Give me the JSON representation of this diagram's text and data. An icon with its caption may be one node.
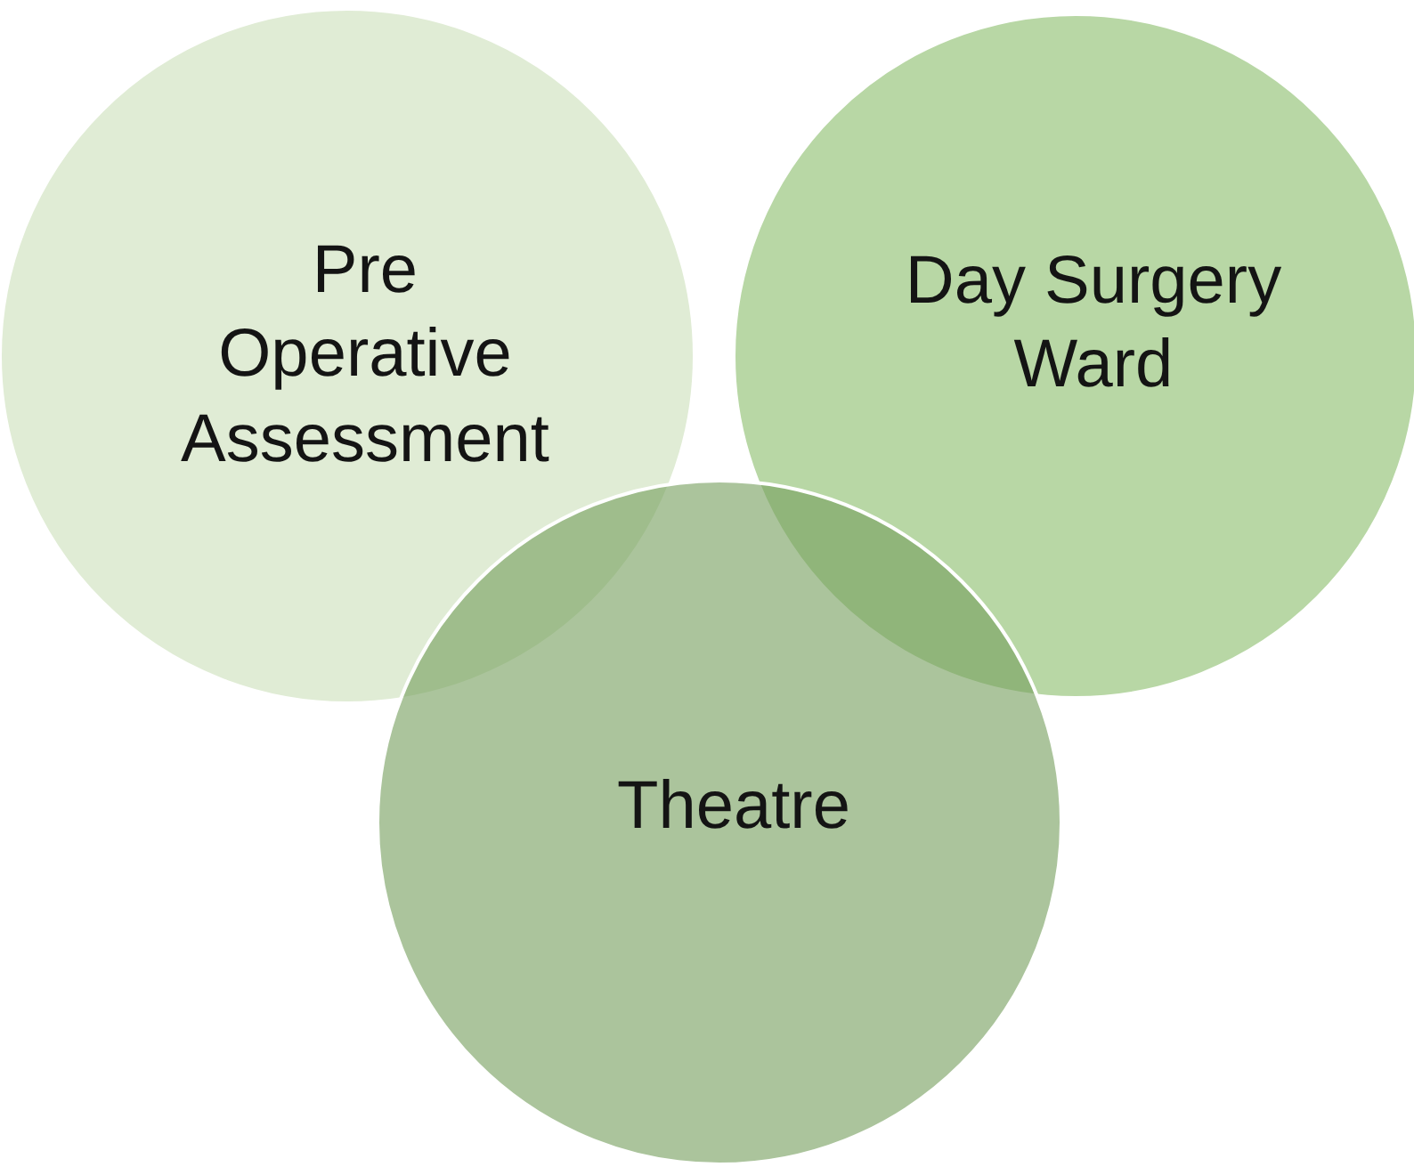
{
  "diagram": {
    "nodes": [
      {
        "text": [
          "Pre Operative Assessment"
        ]
      },
      {
        "text": [
          "Day Surgery Ward"
        ]
      },
      {
        "text": [
          "Theatre"
        ]
      }
    ],
    "edges": []
  }
}
